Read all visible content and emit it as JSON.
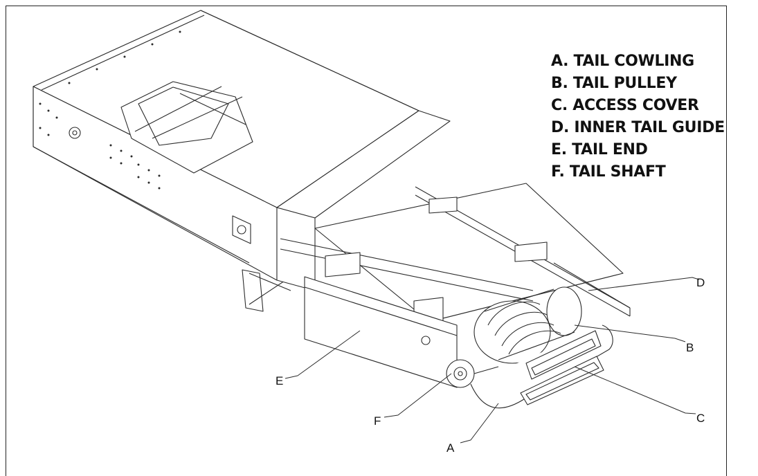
{
  "legend": [
    {
      "letter": "A",
      "text": "A. TAIL COWLING"
    },
    {
      "letter": "B",
      "text": "B. TAIL PULLEY"
    },
    {
      "letter": "C",
      "text": "C. ACCESS COVER"
    },
    {
      "letter": "D",
      "text": "D. INNER TAIL GUIDE"
    },
    {
      "letter": "E",
      "text": "E. TAIL END"
    },
    {
      "letter": "F",
      "text": "F. TAIL SHAFT"
    }
  ],
  "callouts": {
    "A": "A",
    "B": "B",
    "C": "C",
    "D": "D",
    "E": "E",
    "F": "F"
  },
  "colors": {
    "line": "#2a2a2a",
    "background": "#ffffff"
  }
}
